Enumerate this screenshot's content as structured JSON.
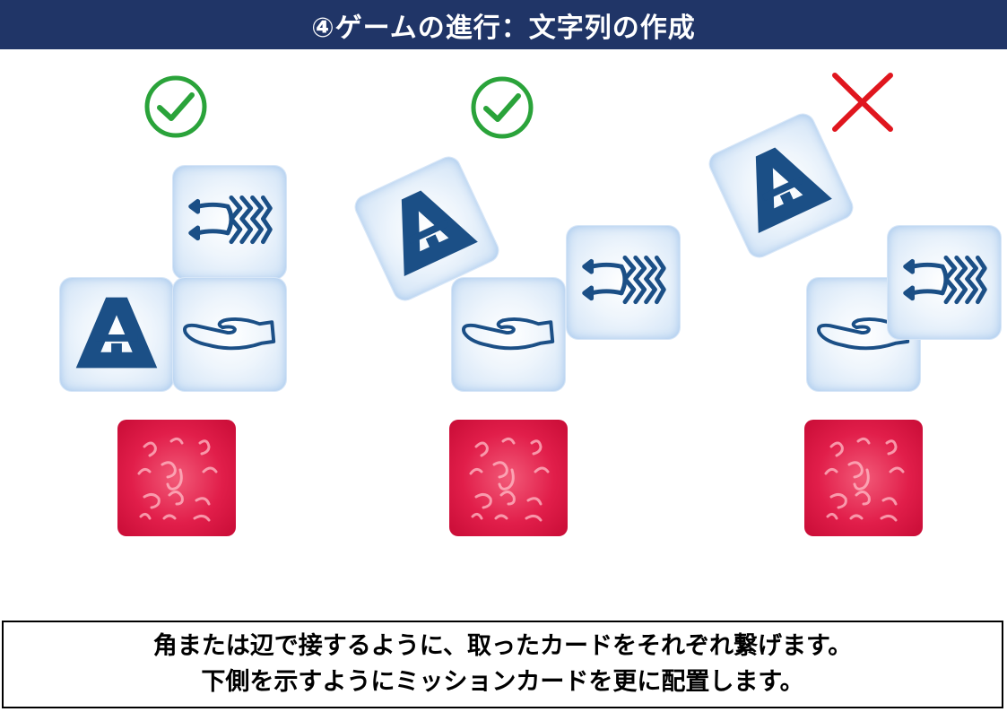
{
  "header": {
    "title": "④ゲームの進行：文字列の作成"
  },
  "examples": [
    {
      "verdict": "valid",
      "verdict_icon": "check-circle-icon",
      "cards": [
        "fish-glyph",
        "a-glyph",
        "hand-glyph"
      ]
    },
    {
      "verdict": "valid",
      "verdict_icon": "check-circle-icon",
      "cards": [
        "a-glyph",
        "hand-glyph",
        "fish-glyph"
      ]
    },
    {
      "verdict": "invalid",
      "verdict_icon": "cross-icon",
      "cards": [
        "a-glyph",
        "hand-glyph",
        "fish-glyph"
      ]
    }
  ],
  "caption": {
    "line1": "角または辺で接するように、取ったカードをそれぞれ繋げます。",
    "line2": "下側を示すようにミッションカードを更に配置します。"
  },
  "colors": {
    "header_bg": "#203567",
    "glyph": "#1b4f86",
    "check": "#2aa33a",
    "cross": "#e0161e",
    "mission": "#e11e4a"
  }
}
